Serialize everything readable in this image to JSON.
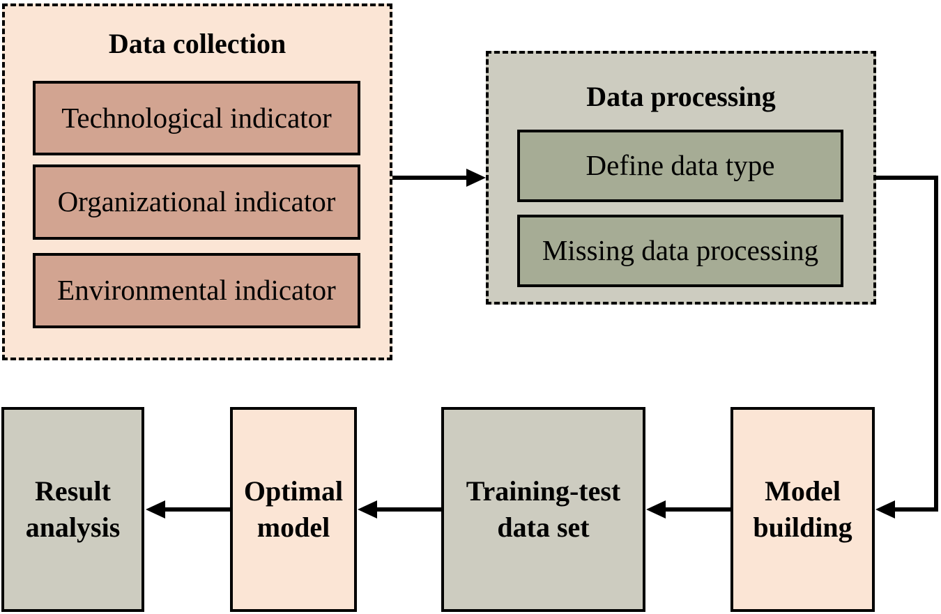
{
  "colors": {
    "background": "#ffffff",
    "peach_fill": "#fbe5d5",
    "salmon_fill": "#d2a491",
    "gray_green_fill": "#cdccc0",
    "sage_green_fill": "#a6ac95",
    "line_color": "#000000"
  },
  "data_collection": {
    "title": "Data collection",
    "items": [
      "Technological indicator",
      "Organizational indicator",
      "Environmental indicator"
    ]
  },
  "data_processing": {
    "title": "Data processing",
    "items": [
      "Define data type",
      "Missing data processing"
    ]
  },
  "flow_nodes": {
    "model_building": "Model building",
    "training_test": "Training-test data set",
    "optimal_model": "Optimal model",
    "result_analysis": "Result analysis"
  }
}
